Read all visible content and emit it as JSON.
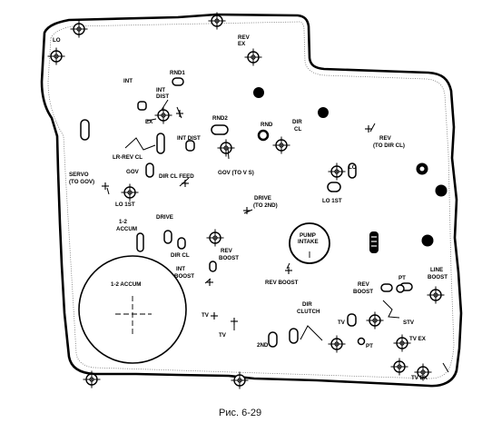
{
  "labels": {
    "lo_top": "LO",
    "rev_ex_1": "REV",
    "rev_ex_2": "EX",
    "rnd1": "RND1",
    "int": "INT",
    "int_dist_1": "INT",
    "int_dist_2": "DIST",
    "ex": "EX",
    "rnd2": "RND2",
    "int_dist_b": "INT DIST",
    "rnd": "RND",
    "dir_cl_1": "DIR",
    "dir_cl_2": "CL",
    "lr_rev_cl": "LR-REV CL",
    "rev_dir_1": "REV",
    "rev_dir_2": "(TO DIR CL)",
    "servo_1": "SERVO",
    "servo_2": "(TO GOV)",
    "gov": "GOV",
    "dir_cl_feed": "DIR CL FEED",
    "gov_to_v": "GOV (TO V S)",
    "lo_right": "LO",
    "lo_1st_left": "LO 1ST",
    "lo_1st_right": "LO 1ST",
    "drive_2nd_1": "DRIVE",
    "drive_2nd_2": "(TO 2ND)",
    "accum12_1": "1-2",
    "accum12_2": "ACCUM",
    "drive": "DRIVE",
    "pump_1": "PUMP",
    "pump_2": "INTAKE",
    "dir_cl_low": "DIR CL",
    "rev_boost_1": "REV",
    "rev_boost_2": "BOOST",
    "int_boost_1": "INT",
    "int_boost_2": "BOOST",
    "rev_boost_mid": "REV BOOST",
    "accum_big": "1-2 ACCUM",
    "rev_boost_r1": "REV",
    "rev_boost_r2": "BOOST",
    "pt_right": "PT",
    "line_boost_1": "LINE",
    "line_boost_2": "BOOST",
    "dir_clutch_1": "DIR",
    "dir_clutch_2": "CLUTCH",
    "tv_1": "TV",
    "tv_2": "TV",
    "tv_3": "TV",
    "stv": "STV",
    "second": "2ND",
    "pt_low": "PT",
    "tv_ex": "TV EX",
    "tv_ex_2": "TV EX"
  },
  "caption": "Рис. 6-29"
}
